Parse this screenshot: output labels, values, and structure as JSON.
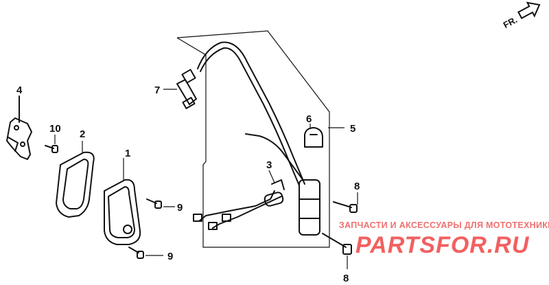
{
  "callouts": {
    "c1": "1",
    "c2": "2",
    "c3": "3",
    "c4": "4",
    "c5": "5",
    "c6": "6",
    "c7": "7",
    "c8a": "8",
    "c8b": "8",
    "c9a": "9",
    "c9b": "9",
    "c10": "10"
  },
  "direction": {
    "label": "FR."
  },
  "watermark": {
    "line1": "ЗАПЧАСТИ И АКСЕССУАРЫ ДЛЯ МОТОТЕХНИКИ",
    "line2": "PARTSFOR.RU"
  },
  "colors": {
    "ink": "#111111",
    "watermark": "#f06060"
  }
}
